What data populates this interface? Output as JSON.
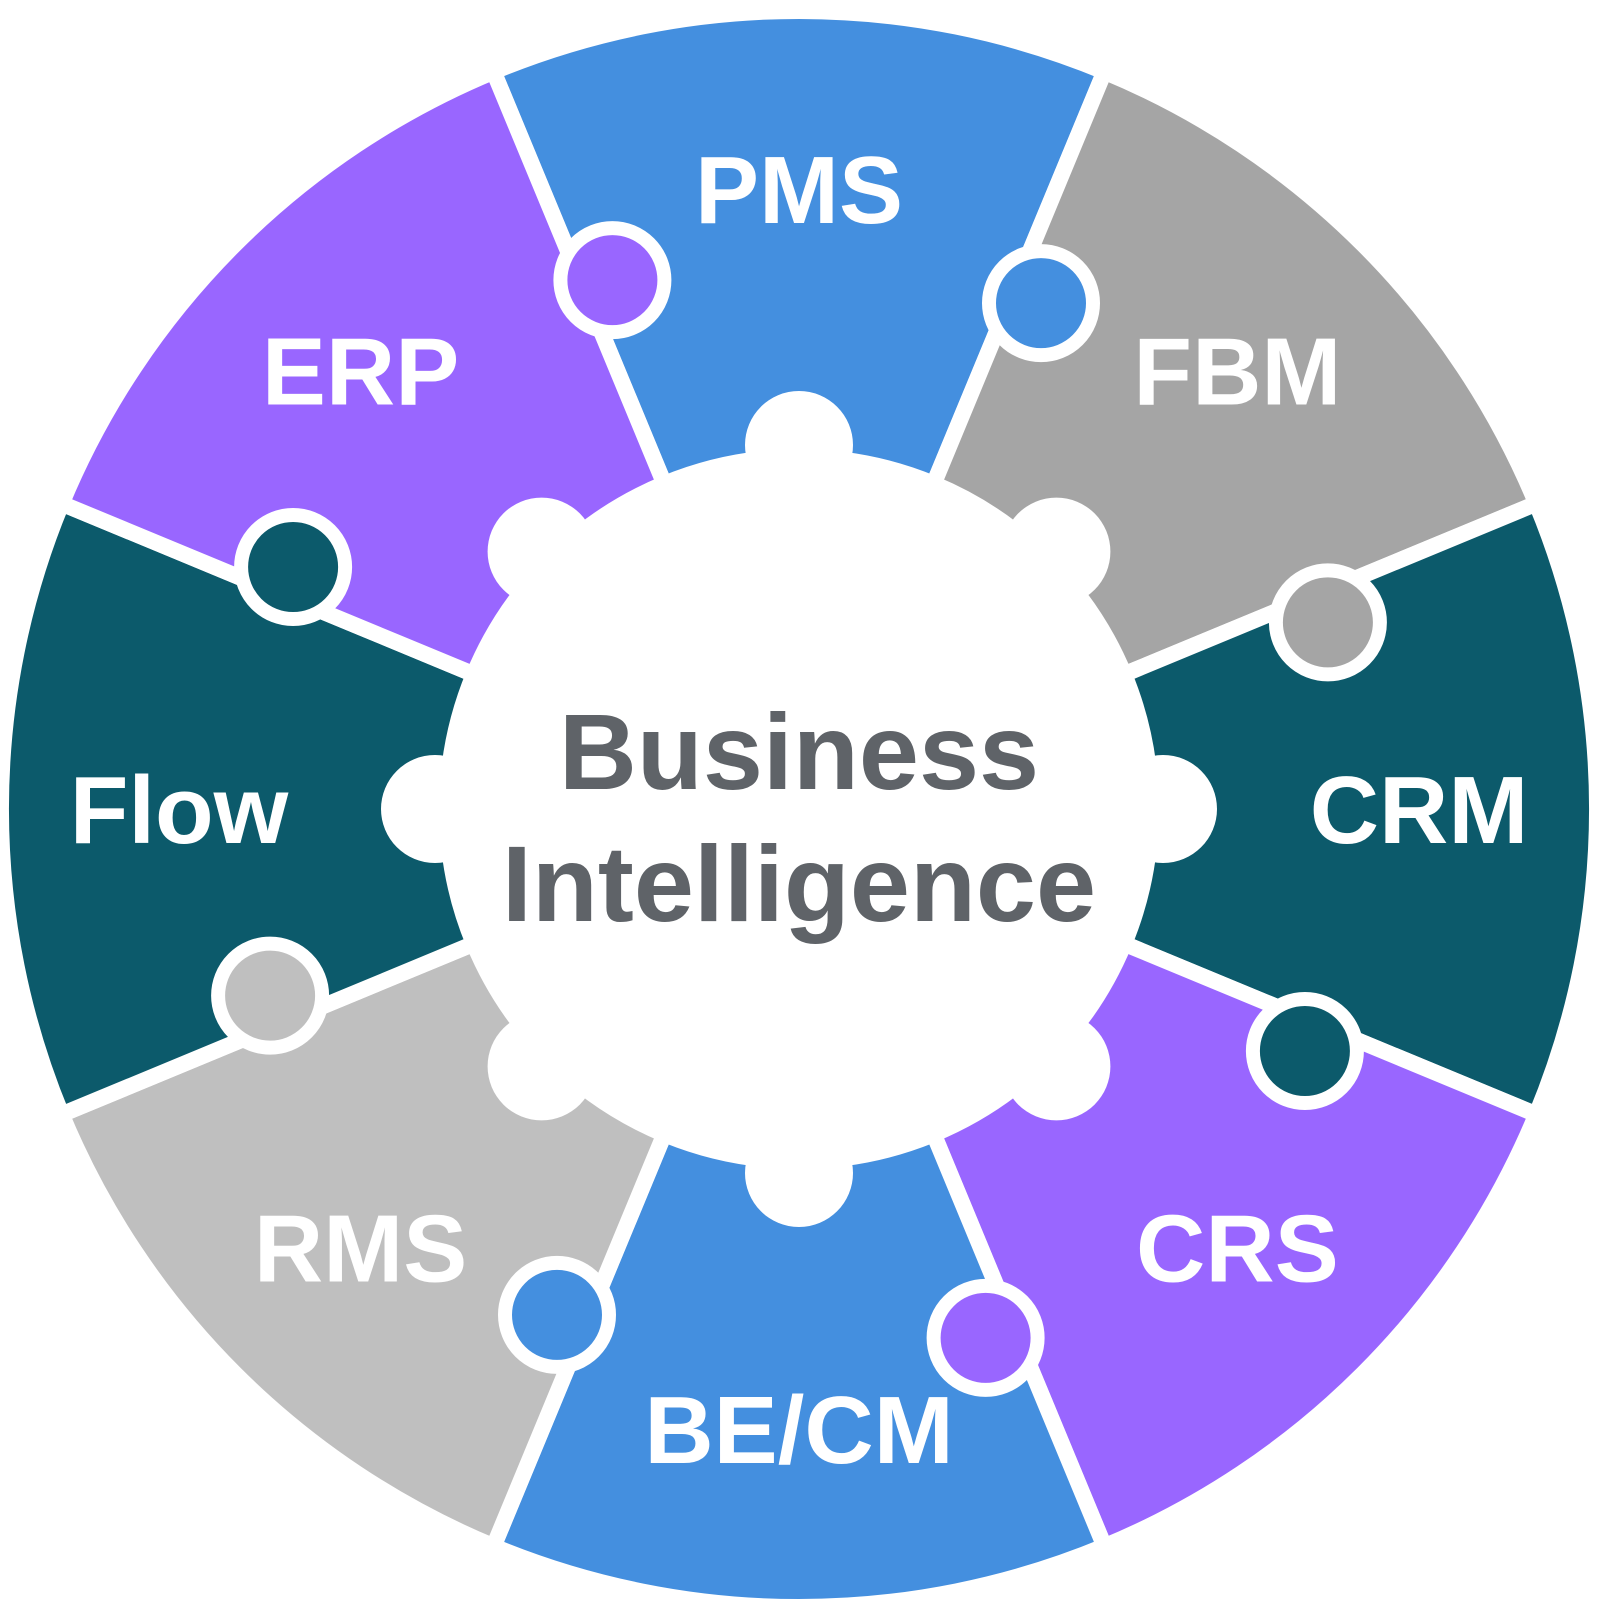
{
  "center": {
    "line1": "Business",
    "line2": "Intelligence",
    "color": "#5f6368"
  },
  "segments": [
    {
      "id": "pms",
      "label": "PMS",
      "color": "#448fdf"
    },
    {
      "id": "fbm",
      "label": "FBM",
      "color": "#a5a5a5"
    },
    {
      "id": "crm",
      "label": "CRM",
      "color": "#0c5a6b"
    },
    {
      "id": "crs",
      "label": "CRS",
      "color": "#9966ff"
    },
    {
      "id": "becm",
      "label": "BE/CM",
      "color": "#448fdf"
    },
    {
      "id": "rms",
      "label": "RMS",
      "color": "#bfbfbf"
    },
    {
      "id": "flow",
      "label": "Flow",
      "color": "#0c5a6b"
    },
    {
      "id": "erp",
      "label": "ERP",
      "color": "#9966ff"
    }
  ]
}
